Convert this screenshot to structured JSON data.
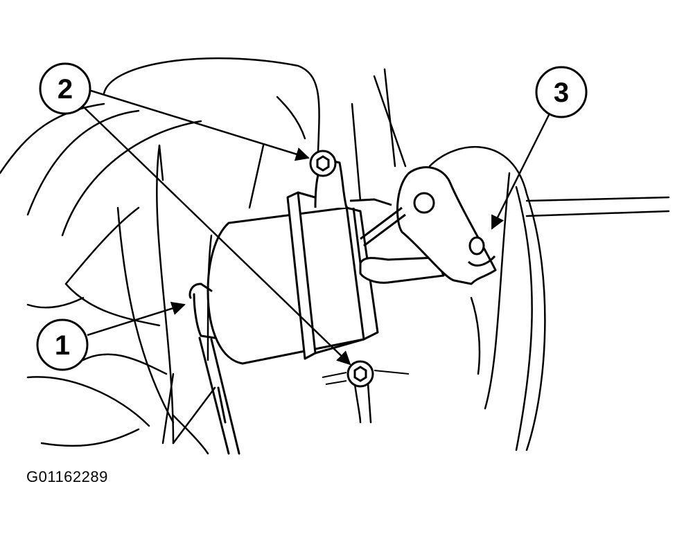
{
  "figure": {
    "code": "G01162289",
    "callouts": [
      {
        "id": "1",
        "label": "1"
      },
      {
        "id": "2",
        "label": "2"
      },
      {
        "id": "3",
        "label": "3"
      }
    ]
  },
  "colors": {
    "ink": "#000000",
    "paper": "#ffffff",
    "callout_fill": "#ffffff"
  }
}
